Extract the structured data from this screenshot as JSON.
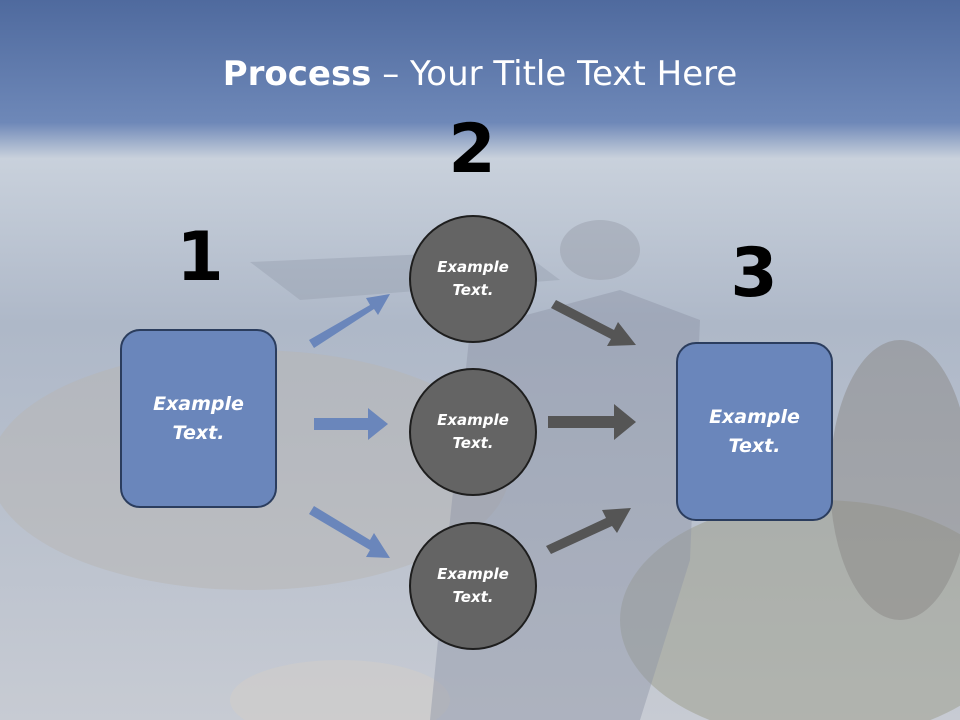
{
  "title": {
    "bold": "Process",
    "rest": " – Your Title Text Here"
  },
  "steps": {
    "one": "1",
    "two": "2",
    "three": "3"
  },
  "left_box": {
    "line1": "Example",
    "line2": "Text."
  },
  "right_box": {
    "line1": "Example",
    "line2": "Text."
  },
  "circles": [
    {
      "line1": "Example",
      "line2": "Text."
    },
    {
      "line1": "Example",
      "line2": "Text."
    },
    {
      "line1": "Example",
      "line2": "Text."
    }
  ],
  "colors": {
    "box_fill": "#6a86bb",
    "circle_fill": "#646464",
    "blue_arrow": "#6a86bb",
    "gray_arrow": "#555555",
    "header": "#5b77ad"
  }
}
